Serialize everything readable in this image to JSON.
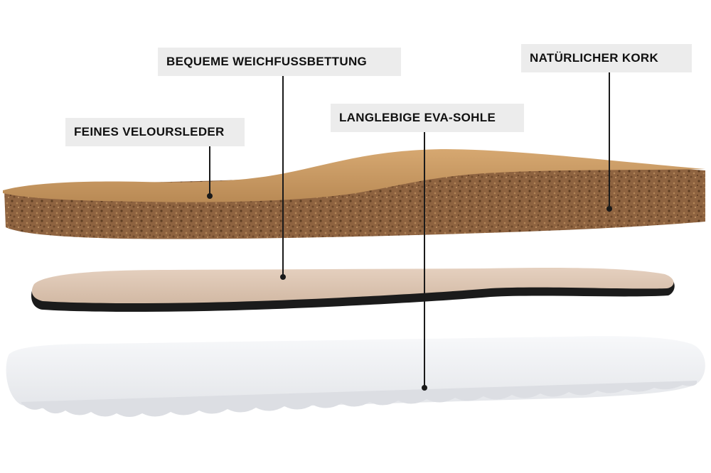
{
  "labels": {
    "velour": "FEINES VELOURSLEDER",
    "comfort_bed": "BEQUEME WEICHFUSSBETTUNG",
    "eva_sole": "LANGLEBIGE EVA-SOHLE",
    "cork": "NATÜRLICHER KORK"
  },
  "colors": {
    "background": "#ffffff",
    "label_bg": "#ececec",
    "label_text": "#111111",
    "leader_line": "#1a1a1a",
    "suede": "#c99a62",
    "cork": "#8a5f3a",
    "foam_top": "#ddc6b3",
    "foam_black": "#1b1b1b",
    "eva_white": "#f2f3f5"
  }
}
